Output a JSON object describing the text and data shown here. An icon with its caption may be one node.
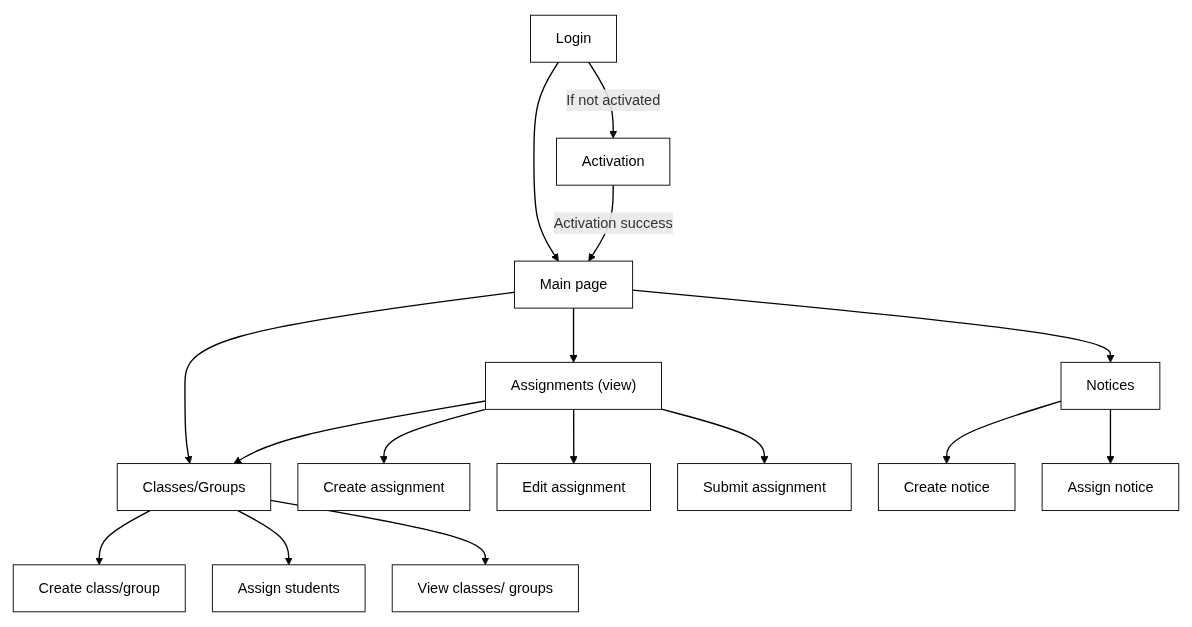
{
  "diagram": {
    "nodes": [
      {
        "text": [
          "Login"
        ]
      },
      {
        "text": [
          "Activation"
        ]
      },
      {
        "text": [
          "Main page"
        ]
      },
      {
        "text": [
          "Assignments (view)"
        ]
      },
      {
        "text": [
          "Notices"
        ]
      },
      {
        "text": [
          "Classes/Groups"
        ]
      },
      {
        "text": [
          "Create assignment"
        ]
      },
      {
        "text": [
          "Edit assignment"
        ]
      },
      {
        "text": [
          "Submit assignment"
        ]
      },
      {
        "text": [
          "Create notice"
        ]
      },
      {
        "text": [
          "Assign notice"
        ]
      },
      {
        "text": [
          "Create class/group"
        ]
      },
      {
        "text": [
          "Assign students"
        ]
      },
      {
        "text": [
          "View classes/ groups"
        ]
      }
    ],
    "edges": [
      {
        "from": 0,
        "to": 1,
        "arrow": "to",
        "label": "If not activated"
      },
      {
        "from": 0,
        "to": 2,
        "arrow": "to"
      },
      {
        "from": 1,
        "to": 2,
        "arrow": "to",
        "label": "Activation success"
      },
      {
        "from": 2,
        "to": 3,
        "arrow": "to"
      },
      {
        "from": 2,
        "to": 4,
        "arrow": "to"
      },
      {
        "from": 2,
        "to": 5,
        "arrow": "to"
      },
      {
        "from": 3,
        "to": 5,
        "arrow": "to"
      },
      {
        "from": 3,
        "to": 6,
        "arrow": "to"
      },
      {
        "from": 3,
        "to": 7,
        "arrow": "to"
      },
      {
        "from": 3,
        "to": 8,
        "arrow": "to"
      },
      {
        "from": 4,
        "to": 9,
        "arrow": "to"
      },
      {
        "from": 4,
        "to": 10,
        "arrow": "to"
      },
      {
        "from": 5,
        "to": 11,
        "arrow": "to"
      },
      {
        "from": 5,
        "to": 12,
        "arrow": "to"
      },
      {
        "from": 5,
        "to": 13,
        "arrow": "to"
      }
    ]
  }
}
